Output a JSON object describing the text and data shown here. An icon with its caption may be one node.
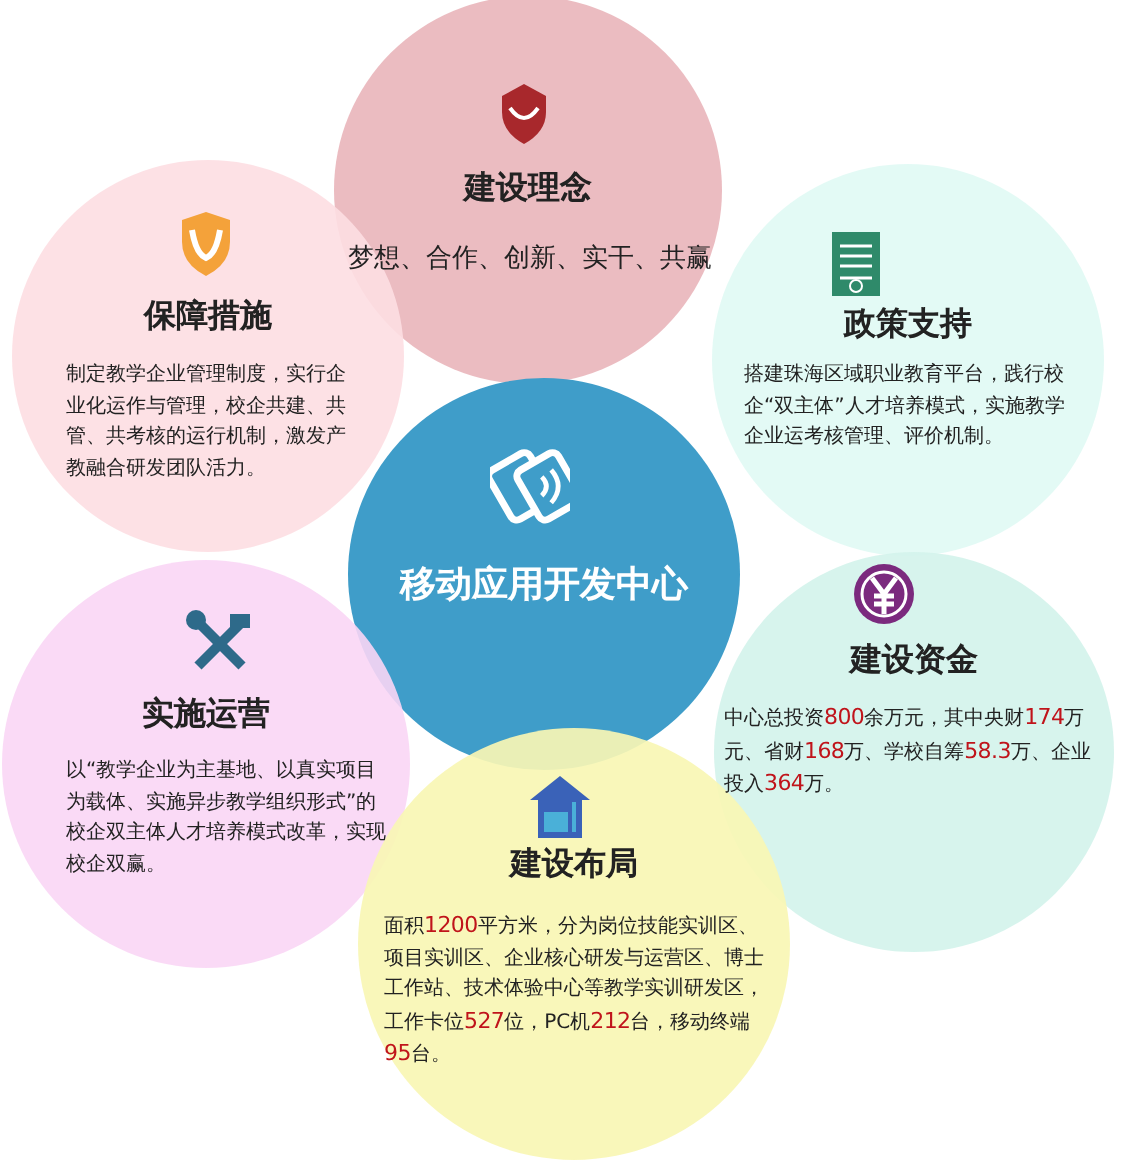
{
  "diagram": {
    "nodes": [
      {
        "text": [
          "建设理念",
          "梦想、合作、创新、实干、共赢"
        ]
      },
      {
        "text": [
          "保障措施",
          "制定教学企业管理制度，实行企业化运作与管理，校企共建、共管、共考核的运行机制，激发产教融合研发团队活力。"
        ]
      },
      {
        "text": [
          "政策支持",
          "搭建珠海区域职业教育平台，践行校企“双主体”人才培养模式，实施教学企业运考核管理、评价机制。"
        ]
      },
      {
        "text": [
          "移动应用开发中心"
        ]
      },
      {
        "text": [
          "建设资金",
          "中心总投资800余万元，其中央财174万元、省财168万、学校自筹58.3万、企业投入364万。"
        ]
      },
      {
        "text": [
          "实施运营",
          "以“教学企业为主基地、以真实项目为载体、实施异步教学组织形式”的校企双主体人才培养模式改革，实现校企双赢。"
        ]
      },
      {
        "text": [
          "建设布局",
          "面积1200平方米，分为岗位技能实训区、项目实训区、企业核心研发与运营区、博士工作站、技术体验中心等教学实训研发区，工作卡位527位，PC机212台，移动终端95台。"
        ]
      }
    ]
  }
}
